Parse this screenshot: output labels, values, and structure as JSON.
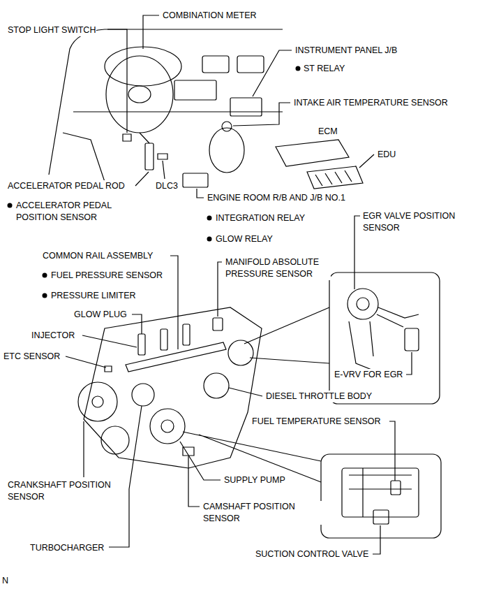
{
  "diagram": {
    "labels": [
      "COMBINATION METER",
      "STOP LIGHT SWITCH",
      "INSTRUMENT PANEL J/B",
      "ST RELAY",
      "INTAKE AIR TEMPERATURE SENSOR",
      "ECM",
      "EDU",
      "ACCELERATOR PEDAL ROD",
      "DLC3",
      "ACCELERATOR PEDAL POSITION SENSOR",
      "ENGINE ROOM R/B AND J/B NO.1",
      "INTEGRATION RELAY",
      "GLOW RELAY",
      "EGR VALVE POSITION SENSOR",
      "COMMON RAIL ASSEMBLY",
      "FUEL PRESSURE SENSOR",
      "PRESSURE LIMITER",
      "MANIFOLD ABSOLUTE PRESSURE SENSOR",
      "GLOW PLUG",
      "INJECTOR",
      "ETC SENSOR",
      "E-VRV FOR EGR",
      "DIESEL THROTTLE BODY",
      "FUEL TEMPERATURE SENSOR",
      "CRANKSHAFT POSITION SENSOR",
      "SUPPLY PUMP",
      "CAMSHAFT POSITION SENSOR",
      "TURBOCHARGER",
      "SUCTION CONTROL VALVE",
      "N"
    ]
  }
}
